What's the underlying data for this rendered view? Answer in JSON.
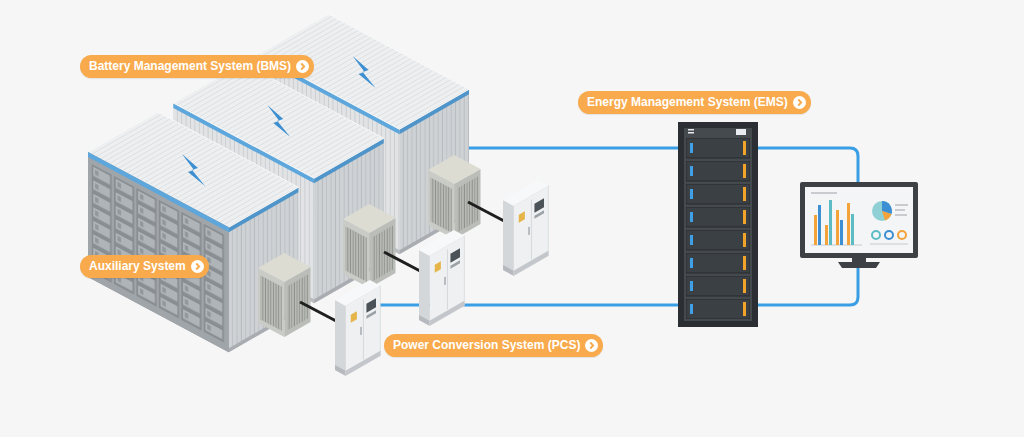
{
  "diagram": {
    "nodes": [
      {
        "text": [
          "Battery Management System (BMS)"
        ]
      },
      {
        "text": [
          "Energy Management System (EMS)"
        ]
      },
      {
        "text": [
          "Auxiliary System"
        ]
      },
      {
        "text": [
          "Power Conversion System (PCS)"
        ]
      }
    ]
  }
}
